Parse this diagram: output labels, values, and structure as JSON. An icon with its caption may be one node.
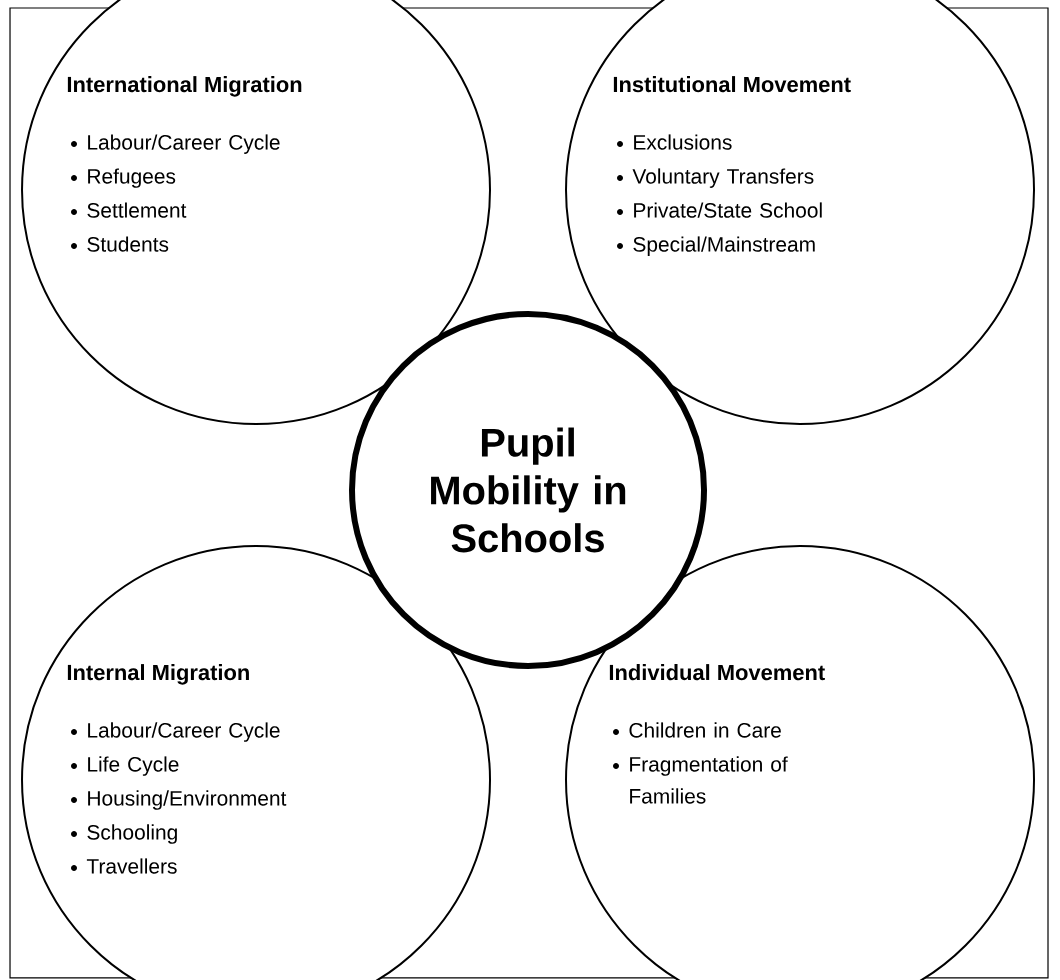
{
  "diagram": {
    "nodes": [
      {
        "text": [
          "International Migration",
          "Labour/Career Cycle",
          "Refugees",
          "Settlement",
          "Students"
        ]
      },
      {
        "text": [
          "Institutional Movement",
          "Exclusions",
          "Voluntary Transfers",
          "Private/State School",
          "Special/Mainstream"
        ]
      },
      {
        "text": [
          "Pupil Mobility in Schools"
        ]
      },
      {
        "text": [
          "Internal Migration",
          "Labour/Career Cycle",
          "Life Cycle",
          "Housing/Environment",
          "Schooling",
          "Travellers"
        ]
      },
      {
        "text": [
          "Individual Movement",
          "Children in Care",
          "Fragmentation of Families"
        ]
      }
    ]
  }
}
